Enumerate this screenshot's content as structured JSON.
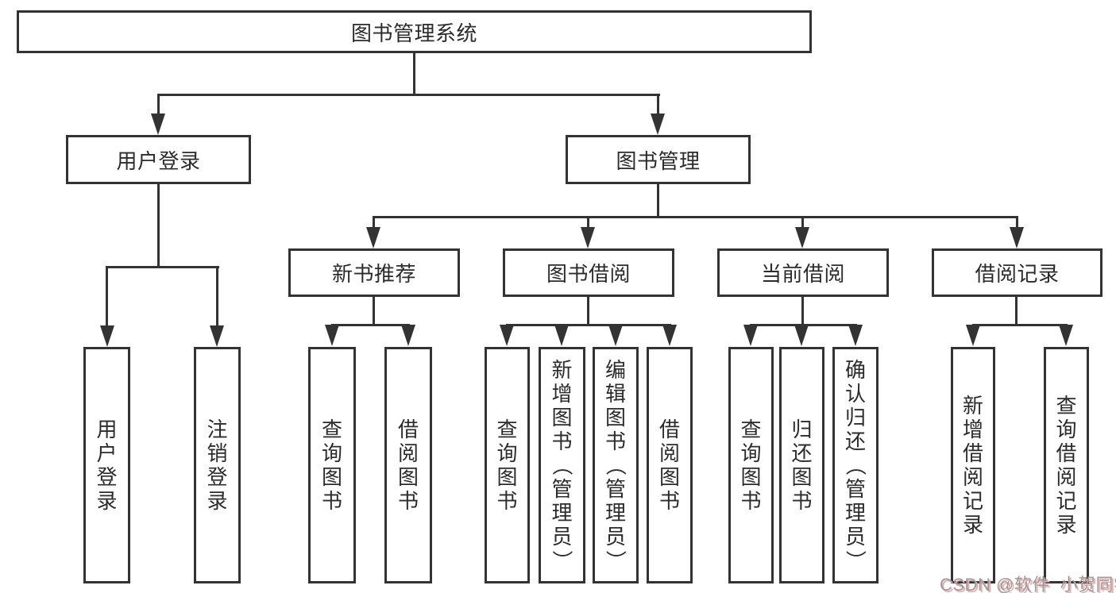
{
  "diagram": {
    "root": {
      "label": "图书管理系统",
      "children": [
        {
          "label": "用户登录",
          "children": [
            {
              "label": "用户登录"
            },
            {
              "label": "注销登录"
            }
          ]
        },
        {
          "label": "图书管理",
          "children": [
            {
              "label": "新书推荐",
              "children": [
                {
                  "label": "查询图书"
                },
                {
                  "label": "借阅图书"
                }
              ]
            },
            {
              "label": "图书借阅",
              "children": [
                {
                  "label": "查询图书"
                },
                {
                  "label": "新增图书（管理员）"
                },
                {
                  "label": "编辑图书（管理员）"
                },
                {
                  "label": "借阅图书"
                }
              ]
            },
            {
              "label": "当前借阅",
              "children": [
                {
                  "label": "查询图书"
                },
                {
                  "label": "归还图书"
                },
                {
                  "label": "确认归还（管理员）"
                }
              ]
            },
            {
              "label": "借阅记录",
              "children": [
                {
                  "label": "新增借阅记录"
                },
                {
                  "label": "查询借阅记录"
                }
              ]
            }
          ]
        }
      ]
    }
  },
  "watermark": {
    "text": "CSDN @软件_小贺同学"
  },
  "colors": {
    "line": "#333333",
    "text": "#2b2b2b",
    "box_background": "#ffffff",
    "page_background": "#ffffff",
    "watermark_gray": "#9b9b9b",
    "watermark_red_shadow": "#efa9a9"
  }
}
